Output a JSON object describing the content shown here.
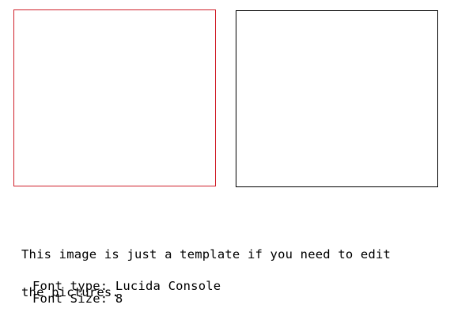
{
  "frames": {
    "left_border_color": "#d0202a",
    "right_border_color": "#000000"
  },
  "note": {
    "line1": "This image is just a template if you need to edit",
    "line2": "the pictures."
  },
  "font_info": {
    "type_line": "Font type: Lucida Console",
    "size_line": "Font Size: 8"
  }
}
